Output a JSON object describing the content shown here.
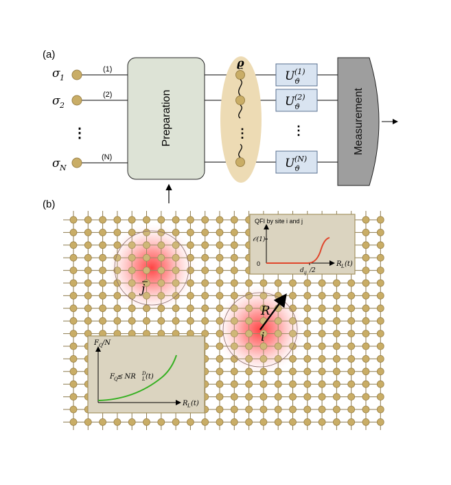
{
  "panel_a": {
    "label": "(a)",
    "inputs": [
      {
        "sym": "σ",
        "sub": "1",
        "index": "(1)"
      },
      {
        "sym": "σ",
        "sub": "2",
        "index": "(2)"
      },
      {
        "sym": "σ",
        "sub": "N",
        "index": "(N)"
      }
    ],
    "dots": "⋮",
    "preparation_label": "Preparation",
    "state_label": "ϱ",
    "unitaries": [
      {
        "base": "U",
        "sub": "ϑ",
        "sup": "(1)"
      },
      {
        "base": "U",
        "sub": "ϑ",
        "sup": "(2)"
      },
      {
        "base": "U",
        "sub": "ϑ",
        "sup": "(N)"
      }
    ],
    "measurement_label": "Measurement"
  },
  "panel_b": {
    "label": "(b)",
    "site_j": "j",
    "site_i": "i",
    "radius_label": "R",
    "inset_top": {
      "title": "QFI by site i and j",
      "y_tick_big": "𝒪(1)",
      "y_tick_zero": "0",
      "x_label_base": "R",
      "x_label_sub": "L",
      "x_label_tail": "(t)",
      "x_tick_base": "d",
      "x_tick_sub": "ij",
      "x_tick_tail": "/2"
    },
    "inset_bottom": {
      "y_label_base": "F",
      "y_label_sub": "Q",
      "y_label_tail": "/N",
      "formula_base": "F",
      "formula_sub": "Q",
      "formula_rel": " ≲ NR",
      "formula_sup": "D",
      "formula_sub2": "L",
      "formula_tail": "(t)",
      "x_label_base": "R",
      "x_label_sub": "L",
      "x_label_tail": "(t)"
    }
  },
  "colors": {
    "site": "#c9ad66",
    "site_stroke": "#9a8147",
    "lattice": "#8c7a4d",
    "prep_fill": "#dde3d6",
    "state_fill": "#eddbb4",
    "unitary_fill": "#d9e4f1",
    "unitary_stroke": "#586f90",
    "meas_fill": "#9e9e9e",
    "inset_fill": "#dbd4c0",
    "inset_stroke": "#a4925f",
    "glow": "#ff2a2a",
    "curve_red": "#e0452b",
    "curve_green": "#35b021"
  }
}
